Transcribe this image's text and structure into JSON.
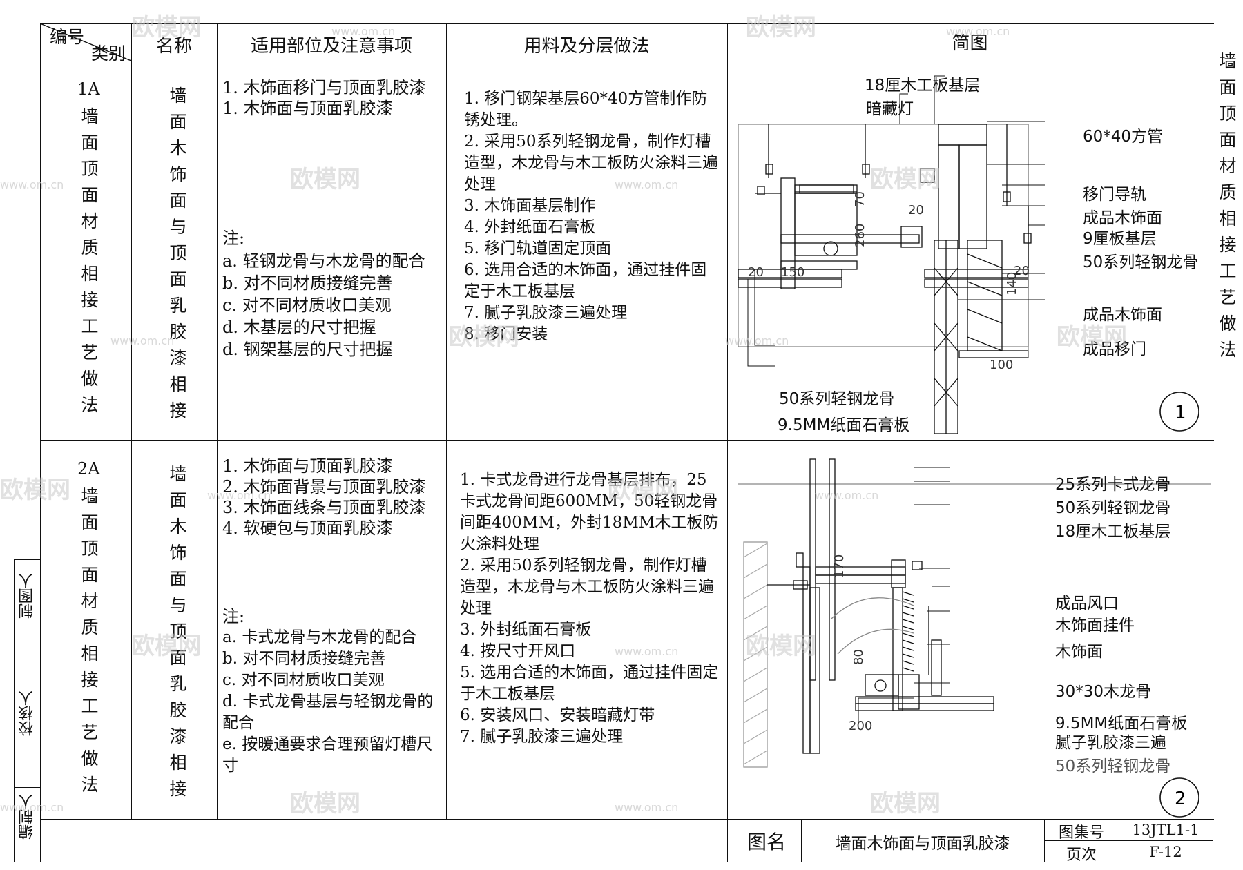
{
  "header": {
    "code_label": "编号",
    "category_label": "类别",
    "name": "名称",
    "notes": "适用部位及注意事项",
    "method": "用料及分层做法",
    "sketch": "简图"
  },
  "right_title": "墙面顶面材质相接工艺做法",
  "rows": [
    {
      "code": "1A",
      "category": "墙面顶面材质相接工艺做法",
      "name": "墙面木饰面与顶面乳胶漆相接",
      "notes": [
        "1. 木饰面移门与顶面乳胶漆",
        "1. 木饰面与顶面乳胶漆"
      ],
      "notes_title": "注:",
      "cautions": [
        "a. 轻钢龙骨与木龙骨的配合",
        "b. 对不同材质接缝完善",
        "c. 对不同材质收口美观",
        "d. 木基层的尺寸把握",
        "d. 钢架基层的尺寸把握"
      ],
      "steps": [
        "1. 移门钢架基层60*40方管制作防锈处理。",
        "2. 采用50系列轻钢龙骨，制作灯槽造型，木龙骨与木工板防火涂料三遍处理",
        "3. 木饰面基层制作",
        "4. 外封纸面石膏板",
        "5. 移门轨道固定顶面",
        "6. 选用合适的木饰面，通过挂件固定于木工板基层",
        "7. 腻子乳胶漆三遍处理",
        "8. 移门安装"
      ],
      "labels": [
        "18厘木工板基层",
        "暗藏灯",
        "60*40方管",
        "移门导轨",
        "成品木饰面",
        "9厘板基层",
        "50系列轻钢龙骨",
        "成品木饰面",
        "成品移门",
        "50系列轻钢龙骨",
        "9.5MM纸面石膏板"
      ],
      "dims": [
        "70",
        "260",
        "20",
        "20",
        "150",
        "20",
        "140",
        "100"
      ],
      "detail_no": "1"
    },
    {
      "code": "2A",
      "category": "墙面顶面材质相接工艺做法",
      "name": "墙面木饰面与顶面乳胶漆相接",
      "notes": [
        "1. 木饰面与顶面乳胶漆",
        "2. 木饰面背景与顶面乳胶漆",
        "3. 木饰面线条与顶面乳胶漆",
        "4. 软硬包与顶面乳胶漆"
      ],
      "notes_title": "注:",
      "cautions": [
        "a. 卡式龙骨与木龙骨的配合",
        "b. 对不同材质接缝完善",
        "c. 对不同材质收口美观",
        "d. 卡式龙骨基层与轻钢龙骨的配合",
        "e. 按暖通要求合理预留灯槽尺寸"
      ],
      "steps": [
        "1. 卡式龙骨进行龙骨基层排布，25卡式龙骨间距600MM，50轻钢龙骨间距400MM，外封18MM木工板防火涂料处理",
        "2. 采用50系列轻钢龙骨，制作灯槽造型，木龙骨与木工板防火涂料三遍处理",
        "3. 外封纸面石膏板",
        "4. 按尺寸开风口",
        "5. 选用合适的木饰面，通过挂件固定于木工板基层",
        "6. 安装风口、安装暗藏灯带",
        "7. 腻子乳胶漆三遍处理"
      ],
      "labels": [
        "25系列卡式龙骨",
        "50系列轻钢龙骨",
        "18厘木工板基层",
        "成品风口",
        "木饰面挂件",
        "木饰面",
        "30*30木龙骨",
        "9.5MM纸面石膏板",
        "腻子乳胶漆三遍",
        "50系列轻钢龙骨"
      ],
      "dims": [
        "170",
        "80",
        "200"
      ],
      "detail_no": "2"
    }
  ],
  "side_roles": [
    "制图人",
    "校核人",
    "编制人"
  ],
  "footer": {
    "figure_label": "图名",
    "figure_name": "墙面木饰面与顶面乳胶漆",
    "set_label": "图集号",
    "set_no": "13JTL1-1",
    "page_label": "页次",
    "page_no": "F-12"
  },
  "watermark": {
    "brand": "欧模网",
    "url": "www.om.cn"
  }
}
